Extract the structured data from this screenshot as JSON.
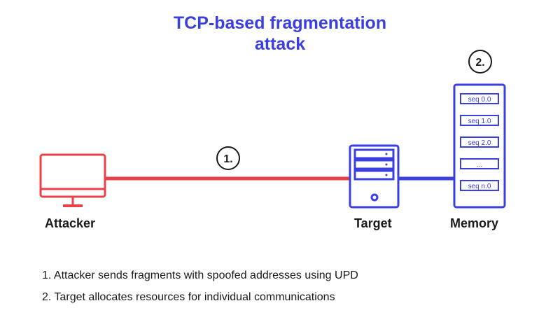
{
  "title": {
    "line1": "TCP-based fragmentation",
    "line2": "attack"
  },
  "nodes": {
    "attacker": {
      "label": "Attacker",
      "icon": "monitor-icon"
    },
    "target": {
      "label": "Target",
      "icon": "server-icon"
    },
    "memory": {
      "label": "Memory",
      "icon": "memory-stack-icon",
      "slots": [
        "seq 0.0",
        "seq 1.0",
        "seq 2.0",
        "...",
        "seq n.0"
      ]
    }
  },
  "steps": {
    "badge1": "1.",
    "badge2": "2."
  },
  "notes": [
    "1. Attacker sends fragments with spoofed addresses using UPD",
    "2. Target allocates resources for individual communications"
  ],
  "colors": {
    "attacker_red": "#e8414a",
    "target_blue": "#3b3fe0",
    "text": "#1a1a1a"
  }
}
